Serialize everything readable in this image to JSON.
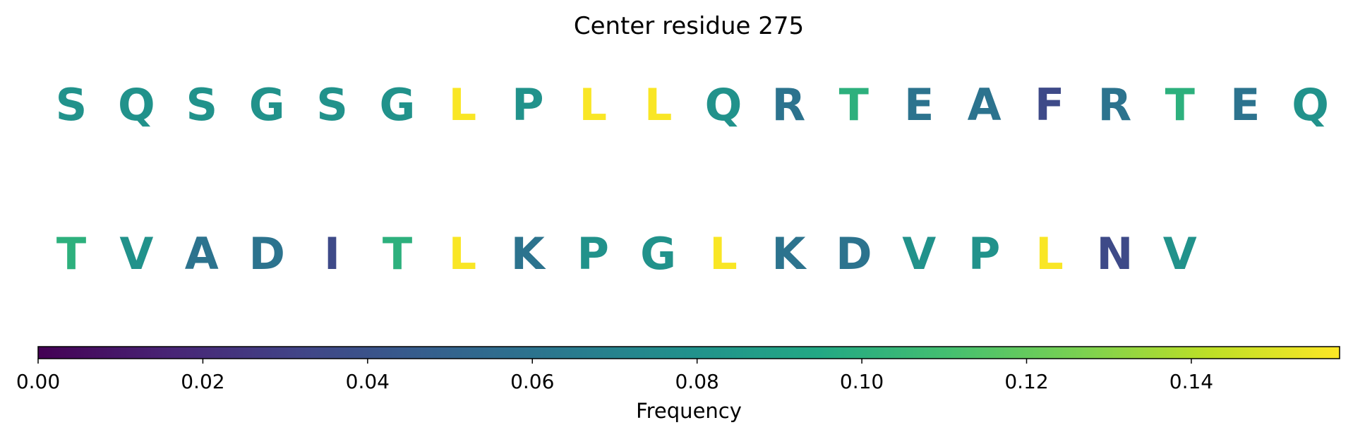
{
  "chart_data": {
    "type": "heatmap",
    "title": "Center residue 275",
    "rows": [
      {
        "residues": [
          "S",
          "Q",
          "S",
          "G",
          "S",
          "G",
          "L",
          "P",
          "L",
          "L",
          "Q",
          "R",
          "T",
          "E",
          "A",
          "F",
          "R",
          "T",
          "E",
          "Q"
        ],
        "frequencies": [
          0.08,
          0.08,
          0.08,
          0.08,
          0.08,
          0.08,
          0.157,
          0.08,
          0.157,
          0.157,
          0.08,
          0.06,
          0.1,
          0.06,
          0.06,
          0.035,
          0.06,
          0.1,
          0.06,
          0.08
        ]
      },
      {
        "residues": [
          "T",
          "V",
          "A",
          "D",
          "I",
          "T",
          "L",
          "K",
          "P",
          "G",
          "L",
          "K",
          "D",
          "V",
          "P",
          "L",
          "N",
          "V"
        ],
        "frequencies": [
          0.1,
          0.08,
          0.06,
          0.06,
          0.035,
          0.1,
          0.157,
          0.06,
          0.08,
          0.08,
          0.157,
          0.06,
          0.06,
          0.08,
          0.08,
          0.157,
          0.035,
          0.08
        ]
      }
    ],
    "colorbar": {
      "label": "Frequency",
      "colormap": "viridis",
      "range": [
        0,
        0.158
      ],
      "ticks": [
        0.0,
        0.02,
        0.04,
        0.06,
        0.08,
        0.1,
        0.12,
        0.14
      ],
      "tick_labels": [
        "0.00",
        "0.02",
        "0.04",
        "0.06",
        "0.08",
        "0.10",
        "0.12",
        "0.14"
      ]
    }
  }
}
